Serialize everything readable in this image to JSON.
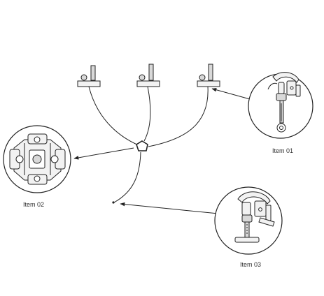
{
  "labels": {
    "item_01": "Item 01",
    "item_02": "Item 02",
    "item_03": "Item 03"
  },
  "colors": {
    "line": "#222222",
    "fill_light": "#f2f2f2",
    "fill_mid": "#d9d9d9",
    "background": "#ffffff"
  }
}
